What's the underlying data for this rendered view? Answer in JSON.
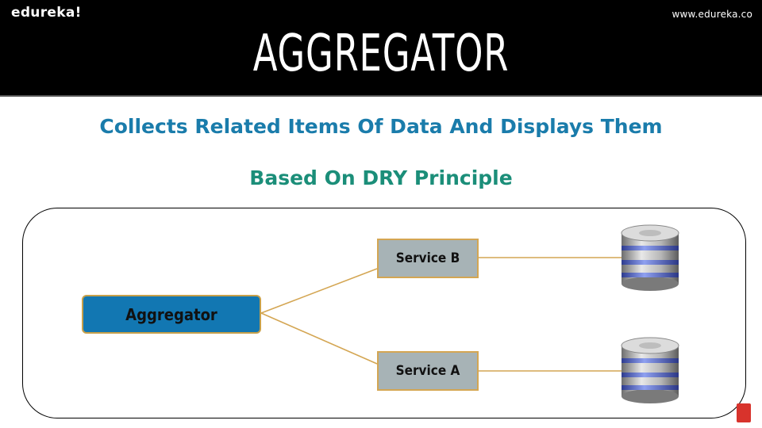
{
  "header": {
    "brand": "edureka!",
    "url": "www.edureka.co",
    "title": "AGGREGATOR"
  },
  "content": {
    "subtitle": "Collects Related Items Of Data And Displays Them",
    "subtitle2": "Based On DRY Principle"
  },
  "diagram": {
    "aggregator_label": "Aggregator",
    "service_b_label": "Service B",
    "service_a_label": "Service A",
    "colors": {
      "aggregator_fill": "#1277b2",
      "service_fill": "#a7b3b6",
      "connector": "#d4a653",
      "db_band": "#5a6fd1"
    }
  },
  "icons": [
    "database-icon",
    "database-icon",
    "subscribe-badge-icon"
  ]
}
